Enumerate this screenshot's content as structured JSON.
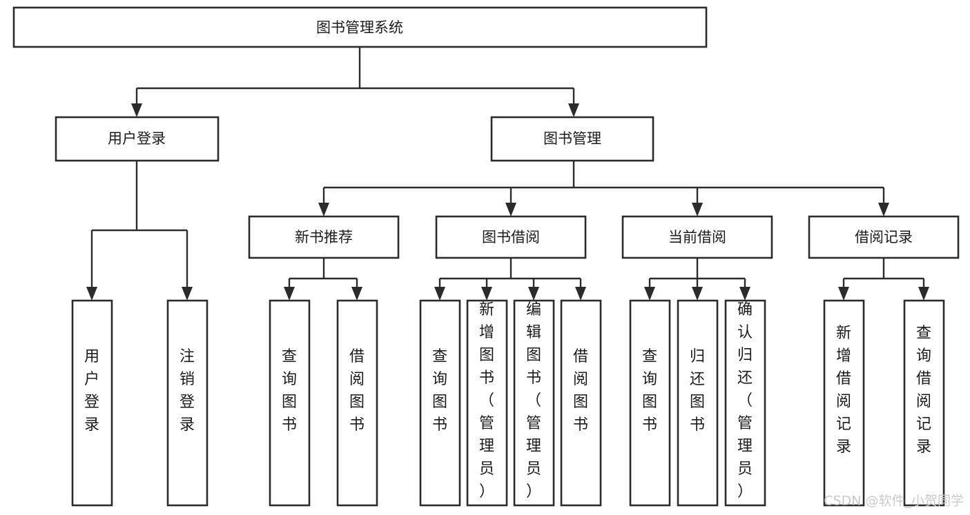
{
  "diagram": {
    "title": "图书管理系统",
    "type": "hierarchy-tree",
    "watermark": "CSDN @软件_小贺同学",
    "colors": {
      "stroke": "#2b2b2b",
      "fill": "#ffffff",
      "text": "#1b1b1b",
      "watermark": "#c9c9c9",
      "background": "#ffffff"
    },
    "levels": {
      "root": "图书管理系统",
      "level2": [
        "用户登录",
        "图书管理"
      ],
      "level3": [
        "新书推荐",
        "图书借阅",
        "当前借阅",
        "借阅记录"
      ]
    },
    "nodes": {
      "root": {
        "label": "图书管理系统"
      },
      "user_login": {
        "label": "用户登录"
      },
      "book_manage": {
        "label": "图书管理"
      },
      "new_book_rec": {
        "label": "新书推荐"
      },
      "book_borrow": {
        "label": "图书借阅"
      },
      "current_borrow": {
        "label": "当前借阅"
      },
      "borrow_record": {
        "label": "借阅记录"
      }
    },
    "leaves": {
      "user_login": [
        {
          "label": "用户登录"
        },
        {
          "label": "注销登录"
        }
      ],
      "new_book_rec": [
        {
          "label": "查询图书"
        },
        {
          "label": "借阅图书"
        }
      ],
      "book_borrow": [
        {
          "label": "查询图书"
        },
        {
          "label": "新增图书（管理员）"
        },
        {
          "label": "编辑图书（管理员）"
        },
        {
          "label": "借阅图书"
        }
      ],
      "current_borrow": [
        {
          "label": "查询图书"
        },
        {
          "label": "归还图书"
        },
        {
          "label": "确认归还（管理员）"
        }
      ],
      "borrow_record": [
        {
          "label": "新增借阅记录"
        },
        {
          "label": "查询借阅记录"
        }
      ]
    }
  }
}
